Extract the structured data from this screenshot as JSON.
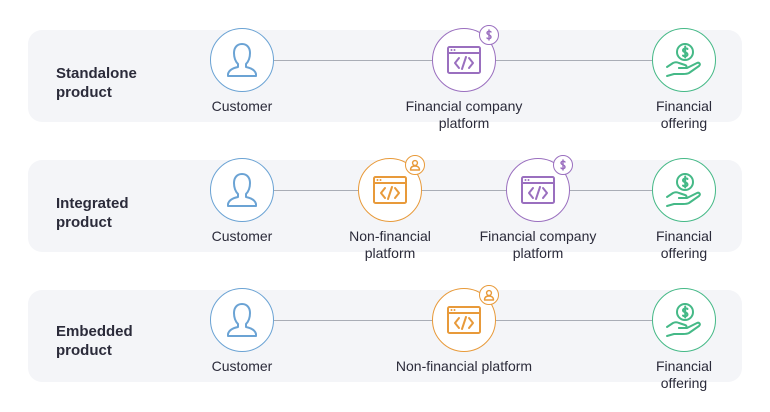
{
  "rows": [
    {
      "title": "Standalone\nproduct",
      "nodes": [
        {
          "type": "customer",
          "label": "Customer",
          "icon": "person-icon"
        },
        {
          "type": "financial-platform",
          "label": "Financial company\nplatform",
          "icon": "code-window-dollar-icon"
        },
        {
          "type": "financial-offering",
          "label": "Financial\noffering",
          "icon": "hand-coin-icon"
        }
      ]
    },
    {
      "title": "Integrated\nproduct",
      "nodes": [
        {
          "type": "customer",
          "label": "Customer",
          "icon": "person-icon"
        },
        {
          "type": "non-financial-platform",
          "label": "Non-financial\nplatform",
          "icon": "code-window-person-icon"
        },
        {
          "type": "financial-platform",
          "label": "Financial company\nplatform",
          "icon": "code-window-dollar-icon"
        },
        {
          "type": "financial-offering",
          "label": "Financial\noffering",
          "icon": "hand-coin-icon"
        }
      ]
    },
    {
      "title": "Embedded\nproduct",
      "nodes": [
        {
          "type": "customer",
          "label": "Customer",
          "icon": "person-icon"
        },
        {
          "type": "non-financial-platform",
          "label": "Non-financial platform",
          "icon": "code-window-person-icon"
        },
        {
          "type": "financial-offering",
          "label": "Financial\noffering",
          "icon": "hand-coin-icon"
        }
      ]
    }
  ],
  "colors": {
    "customer": "#6ba3d4",
    "financial_platform": "#9a6fbf",
    "non_financial_platform": "#e89a3a",
    "financial_offering": "#45b987",
    "band_background": "#f4f5f8",
    "connector": "#a9adb6",
    "text": "#2b2b3a"
  }
}
